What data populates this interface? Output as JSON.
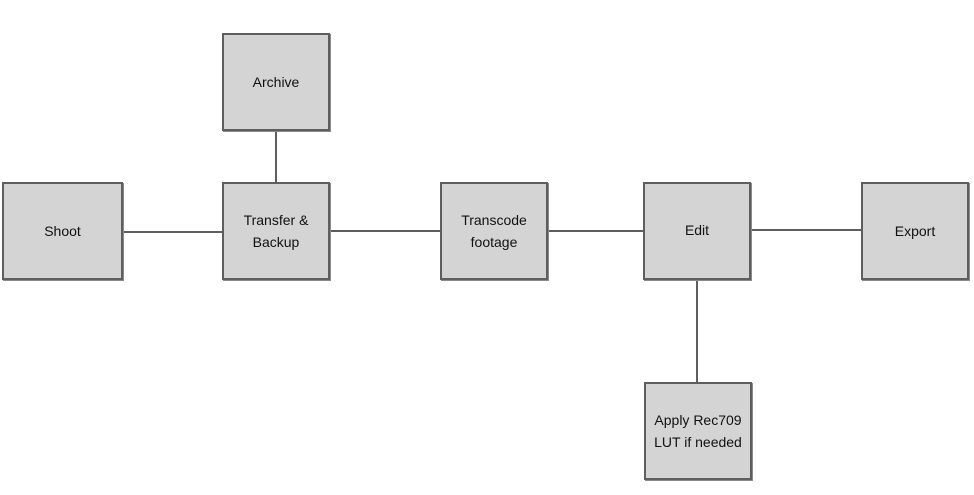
{
  "diagram": {
    "nodes": {
      "shoot": {
        "label": "Shoot"
      },
      "archive": {
        "label": "Archive"
      },
      "transfer": {
        "label": "Transfer &\nBackup"
      },
      "transcode": {
        "label": "Transcode\nfootage"
      },
      "edit": {
        "label": "Edit"
      },
      "export": {
        "label": "Export"
      },
      "apply_lut": {
        "label": "Apply Rec709\nLUT if needed"
      }
    },
    "edges": [
      {
        "from": "Shoot",
        "to": "Transfer & Backup"
      },
      {
        "from": "Archive",
        "to": "Transfer & Backup"
      },
      {
        "from": "Transfer & Backup",
        "to": "Transcode footage"
      },
      {
        "from": "Transcode footage",
        "to": "Edit"
      },
      {
        "from": "Edit",
        "to": "Export"
      },
      {
        "from": "Edit",
        "to": "Apply Rec709 LUT if needed"
      }
    ],
    "colors": {
      "box_fill": "#d4d4d4",
      "box_border": "#5e5e5e",
      "connector": "#5e5e5e",
      "background": "#ffffff"
    }
  }
}
